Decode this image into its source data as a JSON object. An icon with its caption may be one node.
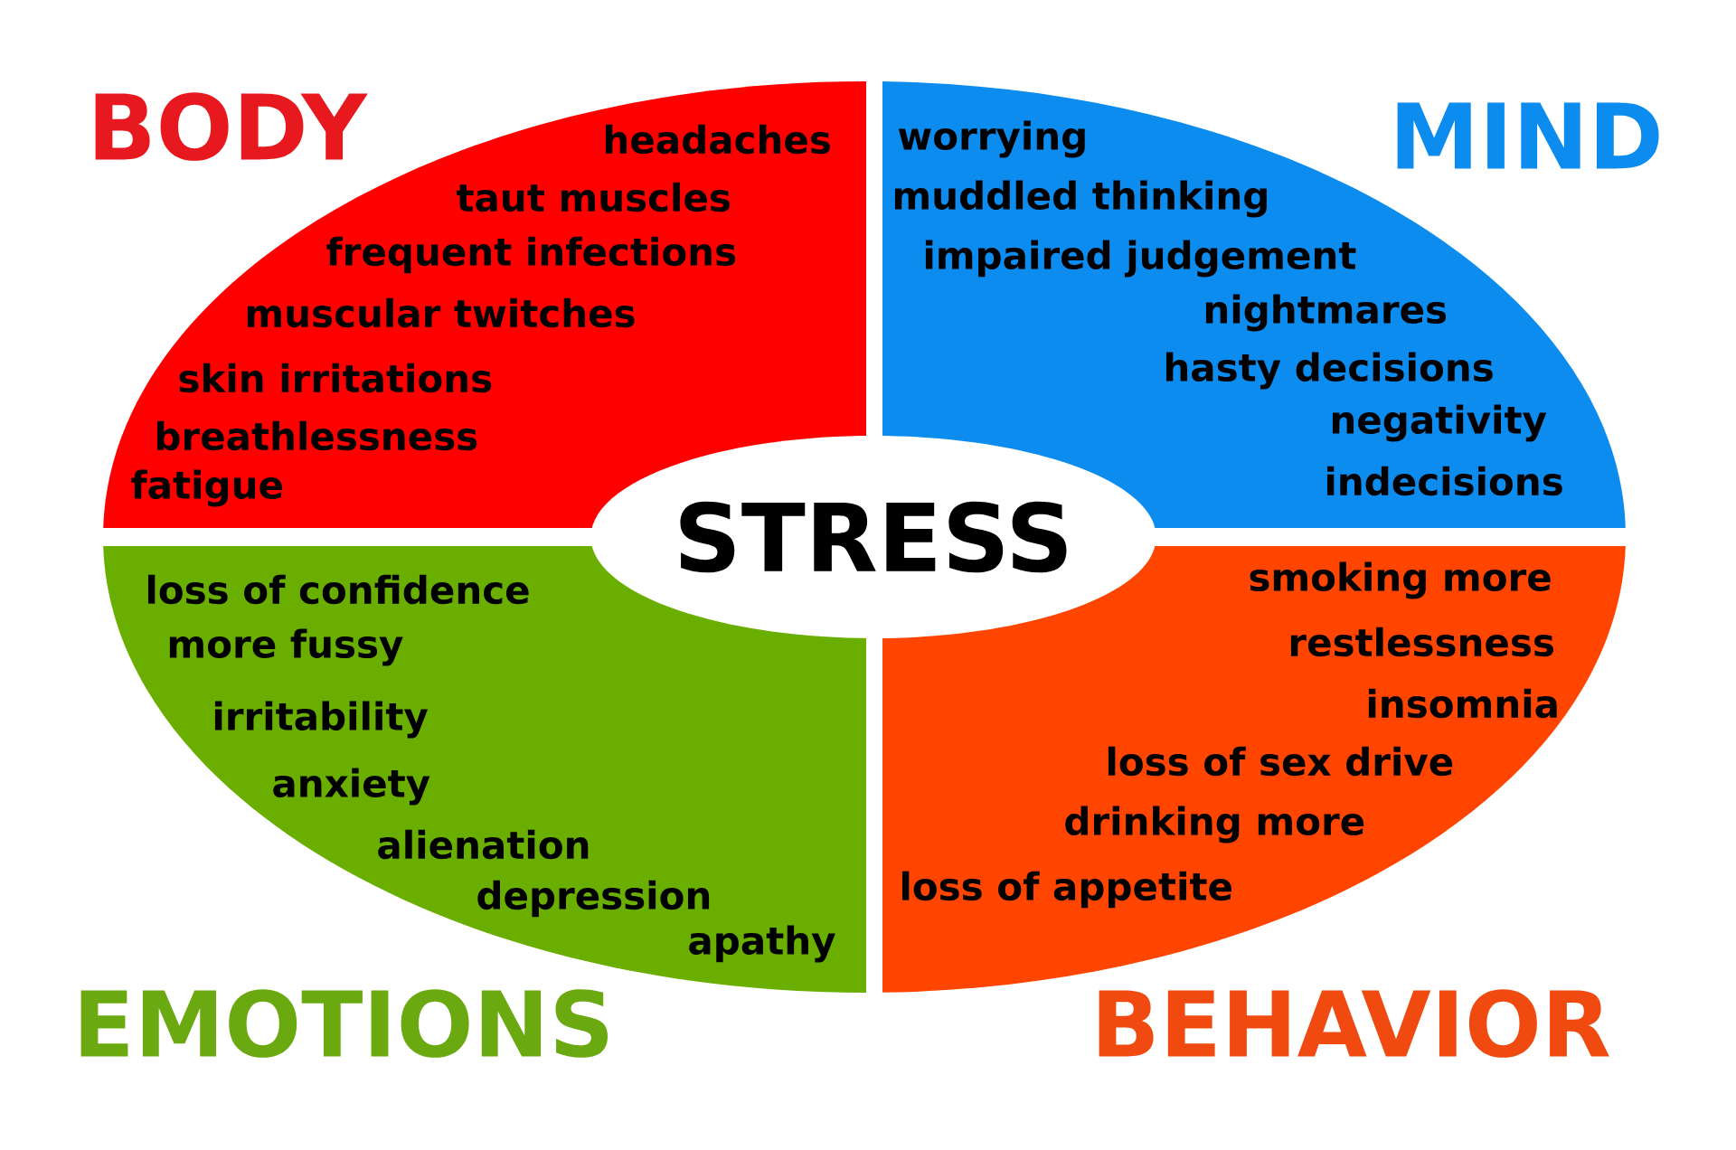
{
  "diagram": {
    "nodes": [
      {
        "text": [
          "BODY",
          "headaches",
          "taut muscles",
          "frequent infections",
          "muscular twitches",
          "skin irritations",
          "breathlessness",
          "fatigue"
        ]
      },
      {
        "text": [
          "MIND",
          "worrying",
          "muddled thinking",
          "impaired judgement",
          "nightmares",
          "hasty decisions",
          "negativity",
          "indecisions"
        ]
      },
      {
        "text": [
          "loss of confidence",
          "more fussy",
          "irritability",
          "anxiety",
          "alienation",
          "depression",
          "apathy",
          "EMOTIONS"
        ]
      },
      {
        "text": [
          "smoking more",
          "restlessness",
          "insomnia",
          "loss of sex drive",
          "drinking more",
          "loss of appetite",
          "BEHAVIOR"
        ]
      },
      {
        "text": [
          "STRESS"
        ]
      }
    ]
  }
}
